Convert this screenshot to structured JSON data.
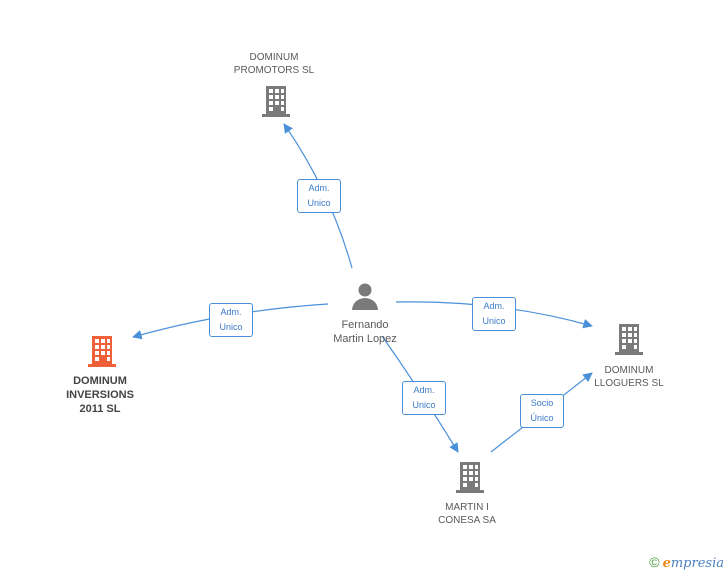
{
  "colors": {
    "edge": "#4a90d9",
    "building": "#7a7a7a",
    "building_highlight": "#f0613a",
    "person": "#7a7a7a",
    "label_text": "#5a5a5a"
  },
  "nodes": {
    "promotors": {
      "line1": "DOMINUM",
      "line2": "PROMOTORS  SL",
      "icon": "building-icon"
    },
    "inversions": {
      "line1": "DOMINUM",
      "line2": "INVERSIONS",
      "line3": "2011 SL",
      "icon": "building-icon"
    },
    "lloguers": {
      "line1": "DOMINUM",
      "line2": "LLOGUERS  SL",
      "icon": "building-icon"
    },
    "conesa": {
      "line1": "MARTIN I",
      "line2": "CONESA SA",
      "icon": "building-icon"
    },
    "person": {
      "line1": "Fernando",
      "line2": "Martin Lopez",
      "icon": "person-icon"
    }
  },
  "edges": {
    "to_promotors": {
      "line1": "Adm.",
      "line2": "Unico"
    },
    "to_inversions": {
      "line1": "Adm.",
      "line2": "Unico"
    },
    "to_lloguers": {
      "line1": "Adm.",
      "line2": "Unico"
    },
    "to_conesa": {
      "line1": "Adm.",
      "line2": "Unico"
    },
    "conesa_to_lloguers": {
      "line1": "Socio",
      "line2": "Único"
    }
  },
  "brand": {
    "copyright": "©",
    "e": "e",
    "rest": "mpresia"
  }
}
